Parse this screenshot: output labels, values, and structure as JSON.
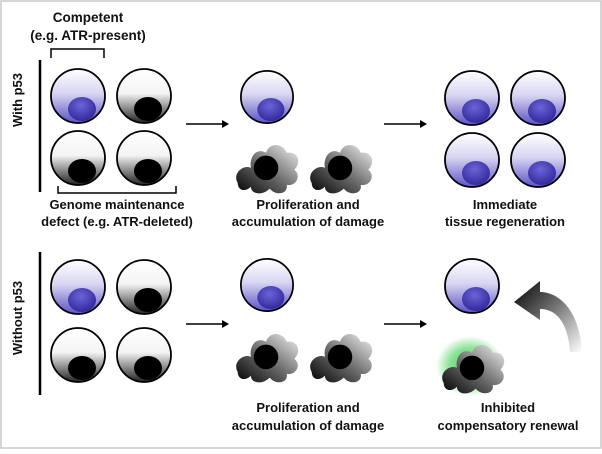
{
  "figure": {
    "competent_label": {
      "line1": "Competent",
      "line2": "(e.g. ATR-present)"
    },
    "defect_label": {
      "line1": "Genome maintenance",
      "line2": "defect (e.g. ATR-deleted)"
    },
    "rows": [
      {
        "side_label": "With p53",
        "stage2": {
          "line1": "Proliferation and",
          "line2": "accumulation of damage"
        },
        "stage3": {
          "line1": "Immediate",
          "line2": "tissue regeneration"
        }
      },
      {
        "side_label": "Without p53",
        "stage2": {
          "line1": "Proliferation and",
          "line2": "accumulation of damage"
        },
        "stage3": {
          "line1": "Inhibited",
          "line2": "compensatory renewal"
        }
      }
    ]
  },
  "colors": {
    "healthy_nucleus": "#3b2fa8",
    "defect_nucleus": "#000000",
    "apoptotic_glow": "#2ecc40",
    "border": "#c8c8c8"
  }
}
